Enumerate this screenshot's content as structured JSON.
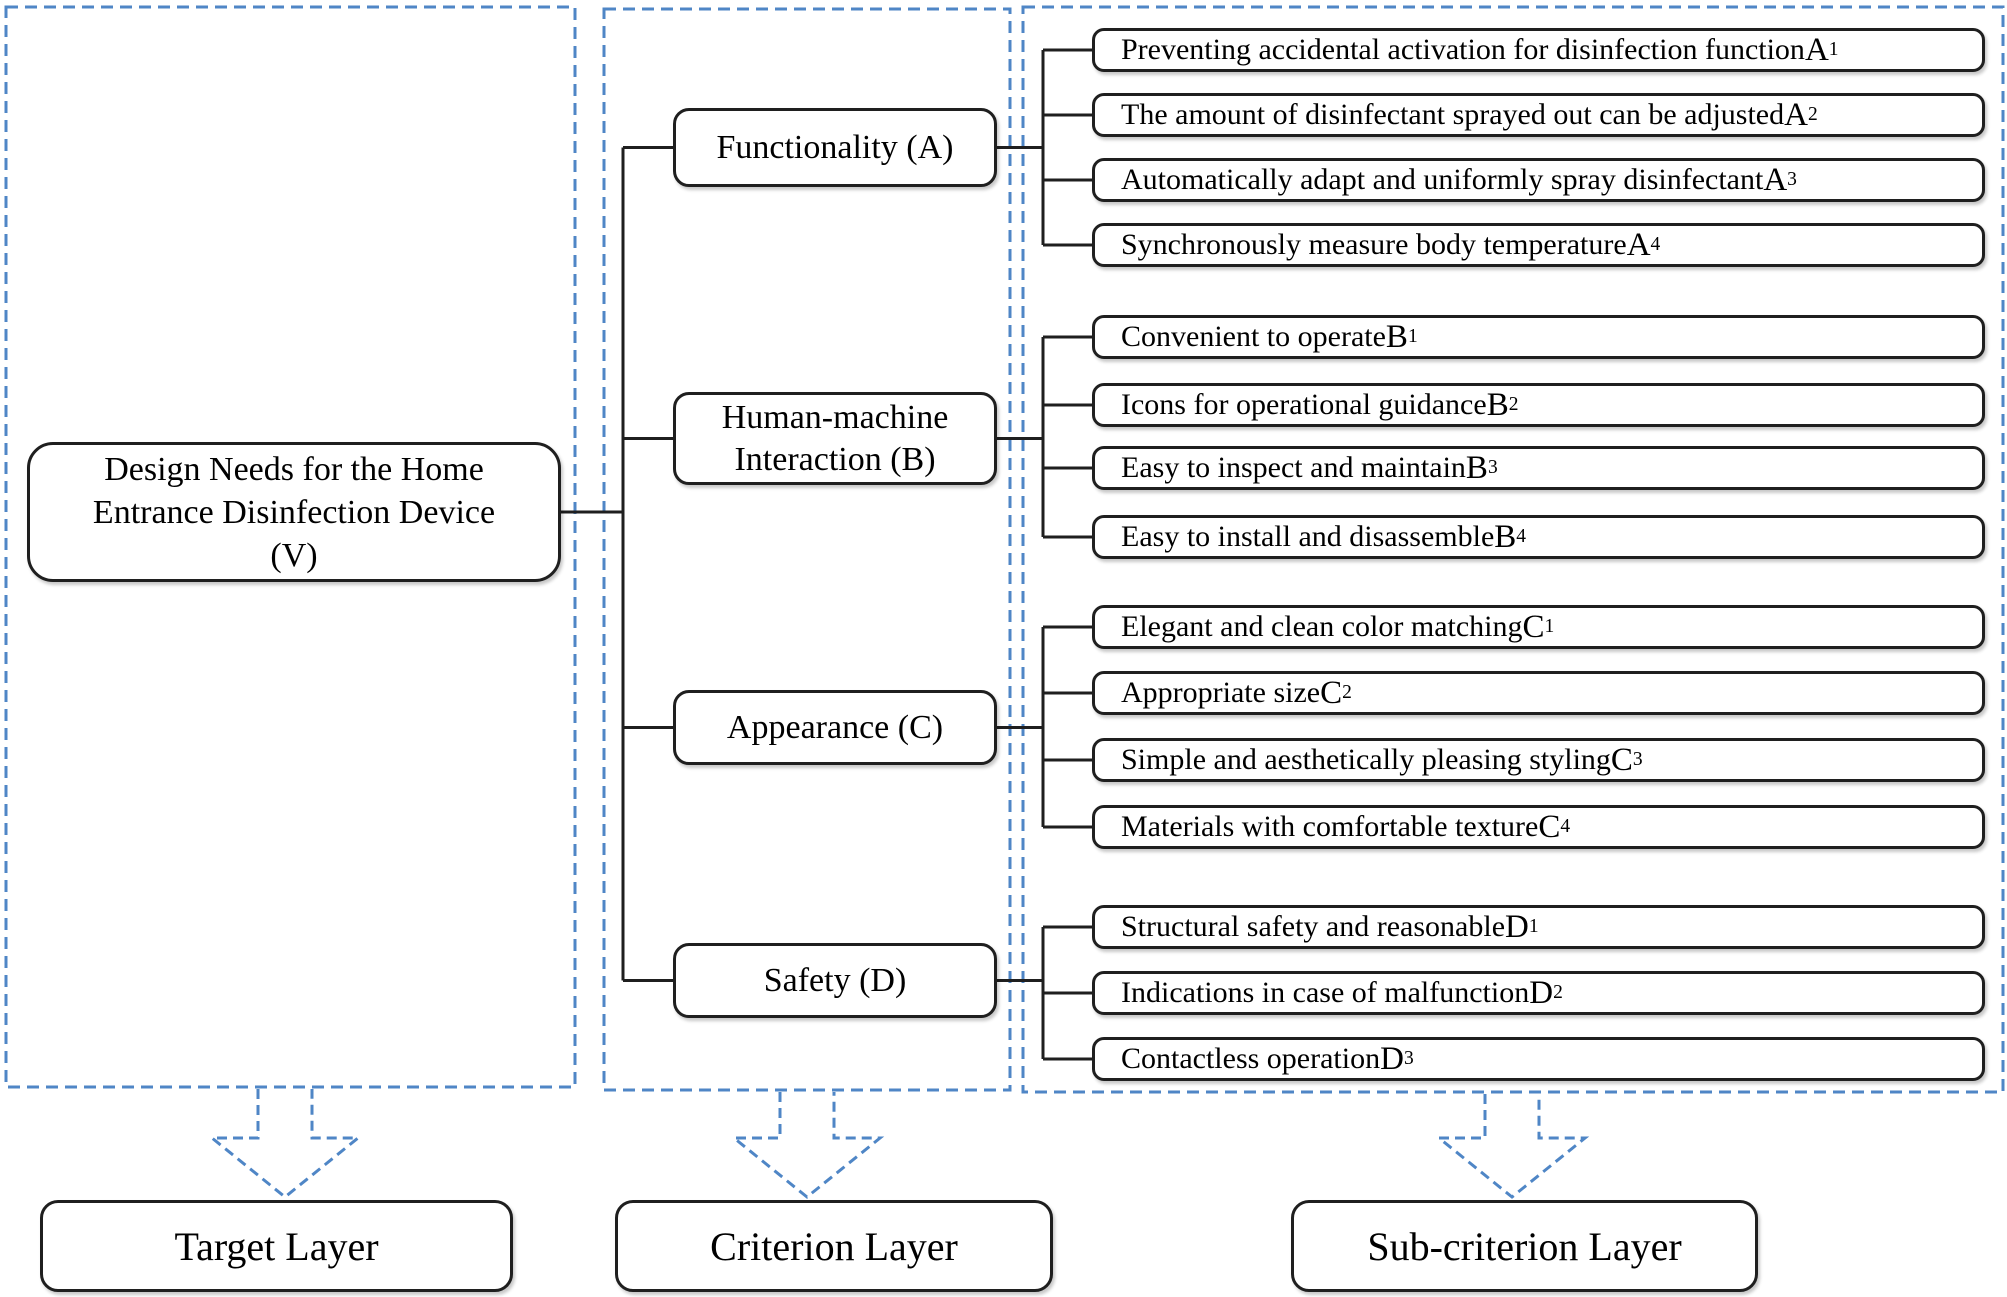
{
  "colors": {
    "dashed_blue": "#4f86c6",
    "line_black": "#1f1f1f"
  },
  "target": {
    "label": "Design Needs for the Home\nEntrance Disinfection Device\n(V)"
  },
  "criteria": [
    {
      "label": "Functionality (A)"
    },
    {
      "label": "Human-machine\nInteraction (B)"
    },
    {
      "label": "Appearance (C)"
    },
    {
      "label": "Safety (D)"
    }
  ],
  "subcriteria": {
    "A": [
      {
        "text": "Preventing accidental activation for disinfection function ",
        "code": "A",
        "sub": "1"
      },
      {
        "text": "The amount of disinfectant sprayed out can be adjusted ",
        "code": "A",
        "sub": "2"
      },
      {
        "text": "Automatically adapt and uniformly spray disinfectant ",
        "code": "A",
        "sub": "3"
      },
      {
        "text": "Synchronously measure body temperature ",
        "code": "A",
        "sub": "4"
      }
    ],
    "B": [
      {
        "text": "Convenient to operate ",
        "code": "B",
        "sub": "1"
      },
      {
        "text": "Icons for operational guidance ",
        "code": "B",
        "sub": "2"
      },
      {
        "text": "Easy to inspect and maintain ",
        "code": "B",
        "sub": "3"
      },
      {
        "text": "Easy to install and disassemble ",
        "code": "B",
        "sub": "4"
      }
    ],
    "C": [
      {
        "text": "Elegant and clean color matching ",
        "code": "C",
        "sub": "1"
      },
      {
        "text": "Appropriate size ",
        "code": "C",
        "sub": "2"
      },
      {
        "text": "Simple and aesthetically pleasing styling ",
        "code": "C",
        "sub": "3"
      },
      {
        "text": "Materials with comfortable texture ",
        "code": "C",
        "sub": "4"
      }
    ],
    "D": [
      {
        "text": "Structural safety and reasonable ",
        "code": "D",
        "sub": "1"
      },
      {
        "text": "Indications in case of malfunction ",
        "code": "D",
        "sub": "2"
      },
      {
        "text": "Contactless operation ",
        "code": "D",
        "sub": "3"
      }
    ]
  },
  "layers": [
    {
      "label": "Target Layer"
    },
    {
      "label": "Criterion Layer"
    },
    {
      "label": "Sub-criterion Layer"
    }
  ]
}
